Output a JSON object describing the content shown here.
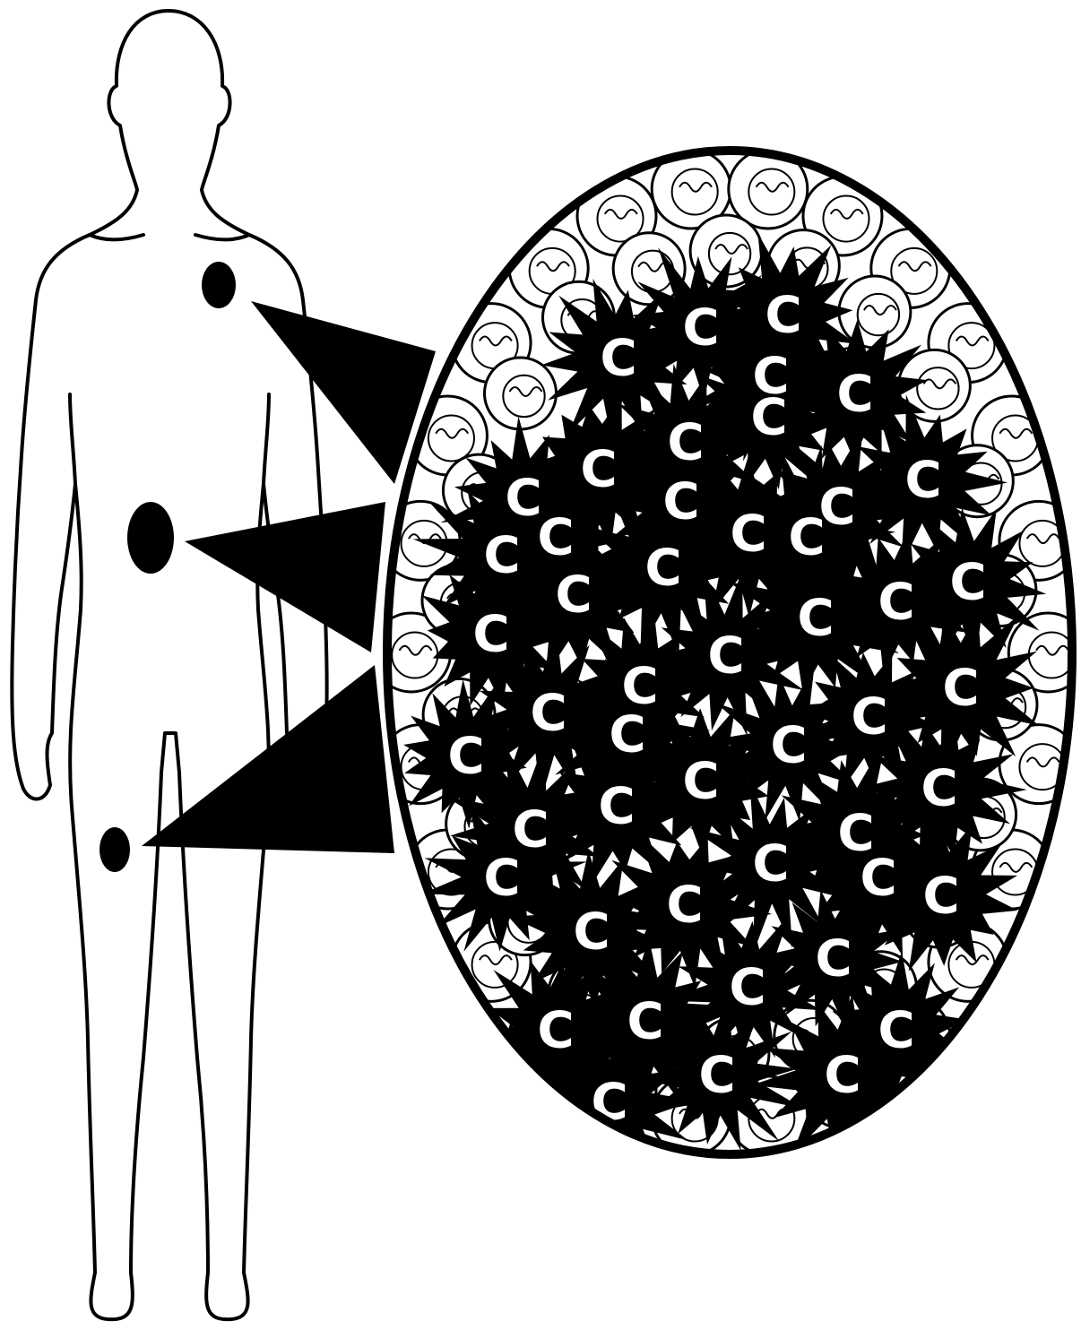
{
  "diagram": {
    "figure": {
      "marker_sites": [
        "shoulder",
        "abdomen",
        "thigh"
      ]
    },
    "magnified_view": {
      "cell_label": "C",
      "cluster_count": 49,
      "background_cell_rings": 2
    },
    "colors": {
      "ink": "#000000",
      "paper": "#ffffff"
    }
  }
}
